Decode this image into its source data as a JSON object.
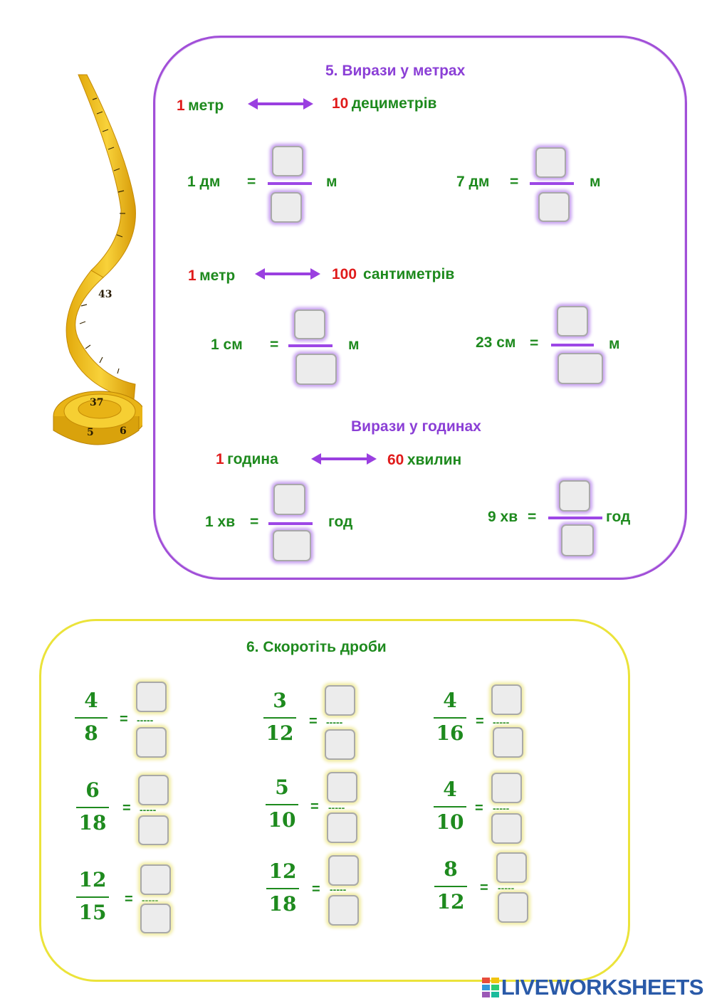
{
  "section5": {
    "title": "5. Вирази у метрах",
    "rel1": {
      "left_num": "1",
      "left_unit": "метр",
      "right_num": "10",
      "right_unit": "дециметрів"
    },
    "ex1": {
      "lhs": "1 дм",
      "eq": "=",
      "unit": "м"
    },
    "ex2": {
      "lhs": "7 дм",
      "eq": "=",
      "unit": "м"
    },
    "rel2": {
      "left_num": "1",
      "left_unit": "метр",
      "right_num": "100",
      "right_unit": "сантиметрів"
    },
    "ex3": {
      "lhs": "1 см",
      "eq": "=",
      "unit": "м"
    },
    "ex4": {
      "lhs": "23 см",
      "eq": "=",
      "unit": "м"
    },
    "subtitle": "Вирази у годинах",
    "rel3": {
      "left_num": "1",
      "left_unit": "година",
      "right_num": "60",
      "right_unit": "хвилин"
    },
    "ex5": {
      "lhs": "1 хв",
      "eq": "=",
      "unit": "год"
    },
    "ex6": {
      "lhs": "9 хв",
      "eq": "=",
      "unit": "год"
    }
  },
  "section6": {
    "title": "6. Скоротіть дроби",
    "eq": "=",
    "dash": "-----",
    "fractions": [
      {
        "n": "4",
        "d": "8"
      },
      {
        "n": "3",
        "d": "12"
      },
      {
        "n": "4",
        "d": "16"
      },
      {
        "n": "6",
        "d": "18"
      },
      {
        "n": "5",
        "d": "10"
      },
      {
        "n": "4",
        "d": "10"
      },
      {
        "n": "12",
        "d": "15"
      },
      {
        "n": "12",
        "d": "18"
      },
      {
        "n": "8",
        "d": "12"
      }
    ]
  },
  "tape": {
    "marks": [
      "43",
      "37",
      "5",
      "6"
    ]
  },
  "logo": {
    "text": "LIVEWORKSHEETS"
  },
  "colors": {
    "purple": "#a14fd8",
    "green": "#1e8a1e",
    "red": "#e01b1b",
    "yellow": "#ebe33a",
    "tape": "#f2c318"
  }
}
